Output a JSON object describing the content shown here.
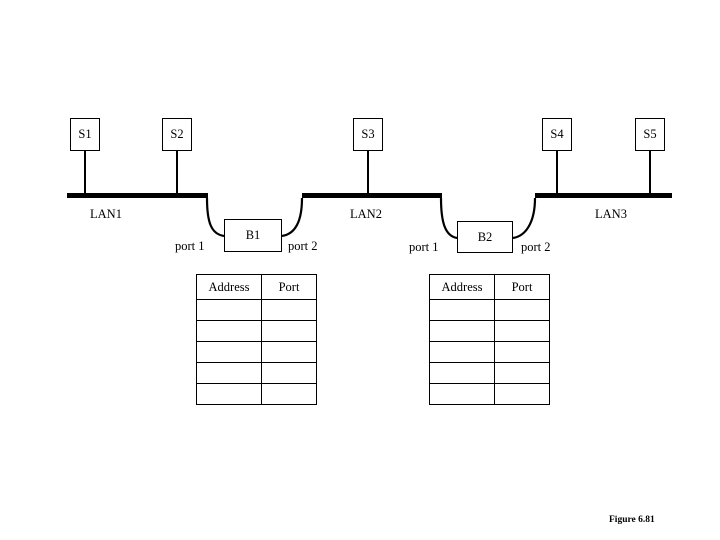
{
  "figure": {
    "caption": "Figure 6.81"
  },
  "stations": [
    {
      "label": "S1",
      "lan": "LAN1"
    },
    {
      "label": "S2",
      "lan": "LAN1"
    },
    {
      "label": "S3",
      "lan": "LAN2"
    },
    {
      "label": "S4",
      "lan": "LAN3"
    },
    {
      "label": "S5",
      "lan": "LAN3"
    }
  ],
  "lans": [
    {
      "label": "LAN1"
    },
    {
      "label": "LAN2"
    },
    {
      "label": "LAN3"
    }
  ],
  "bridges": [
    {
      "label": "B1",
      "port_left": "port 1",
      "port_right": "port 2",
      "connects": [
        "LAN1",
        "LAN2"
      ]
    },
    {
      "label": "B2",
      "port_left": "port 1",
      "port_right": "port 2",
      "connects": [
        "LAN2",
        "LAN3"
      ]
    }
  ],
  "tables": [
    {
      "for_bridge": "B1",
      "columns": [
        "Address",
        "Port"
      ],
      "rows": [
        [
          "",
          ""
        ],
        [
          "",
          ""
        ],
        [
          "",
          ""
        ],
        [
          "",
          ""
        ],
        [
          "",
          ""
        ]
      ]
    },
    {
      "for_bridge": "B2",
      "columns": [
        "Address",
        "Port"
      ],
      "rows": [
        [
          "",
          ""
        ],
        [
          "",
          ""
        ],
        [
          "",
          ""
        ],
        [
          "",
          ""
        ],
        [
          "",
          ""
        ]
      ]
    }
  ],
  "colors": {
    "background": "#ffffff",
    "stroke": "#000000",
    "text": "#000000"
  }
}
